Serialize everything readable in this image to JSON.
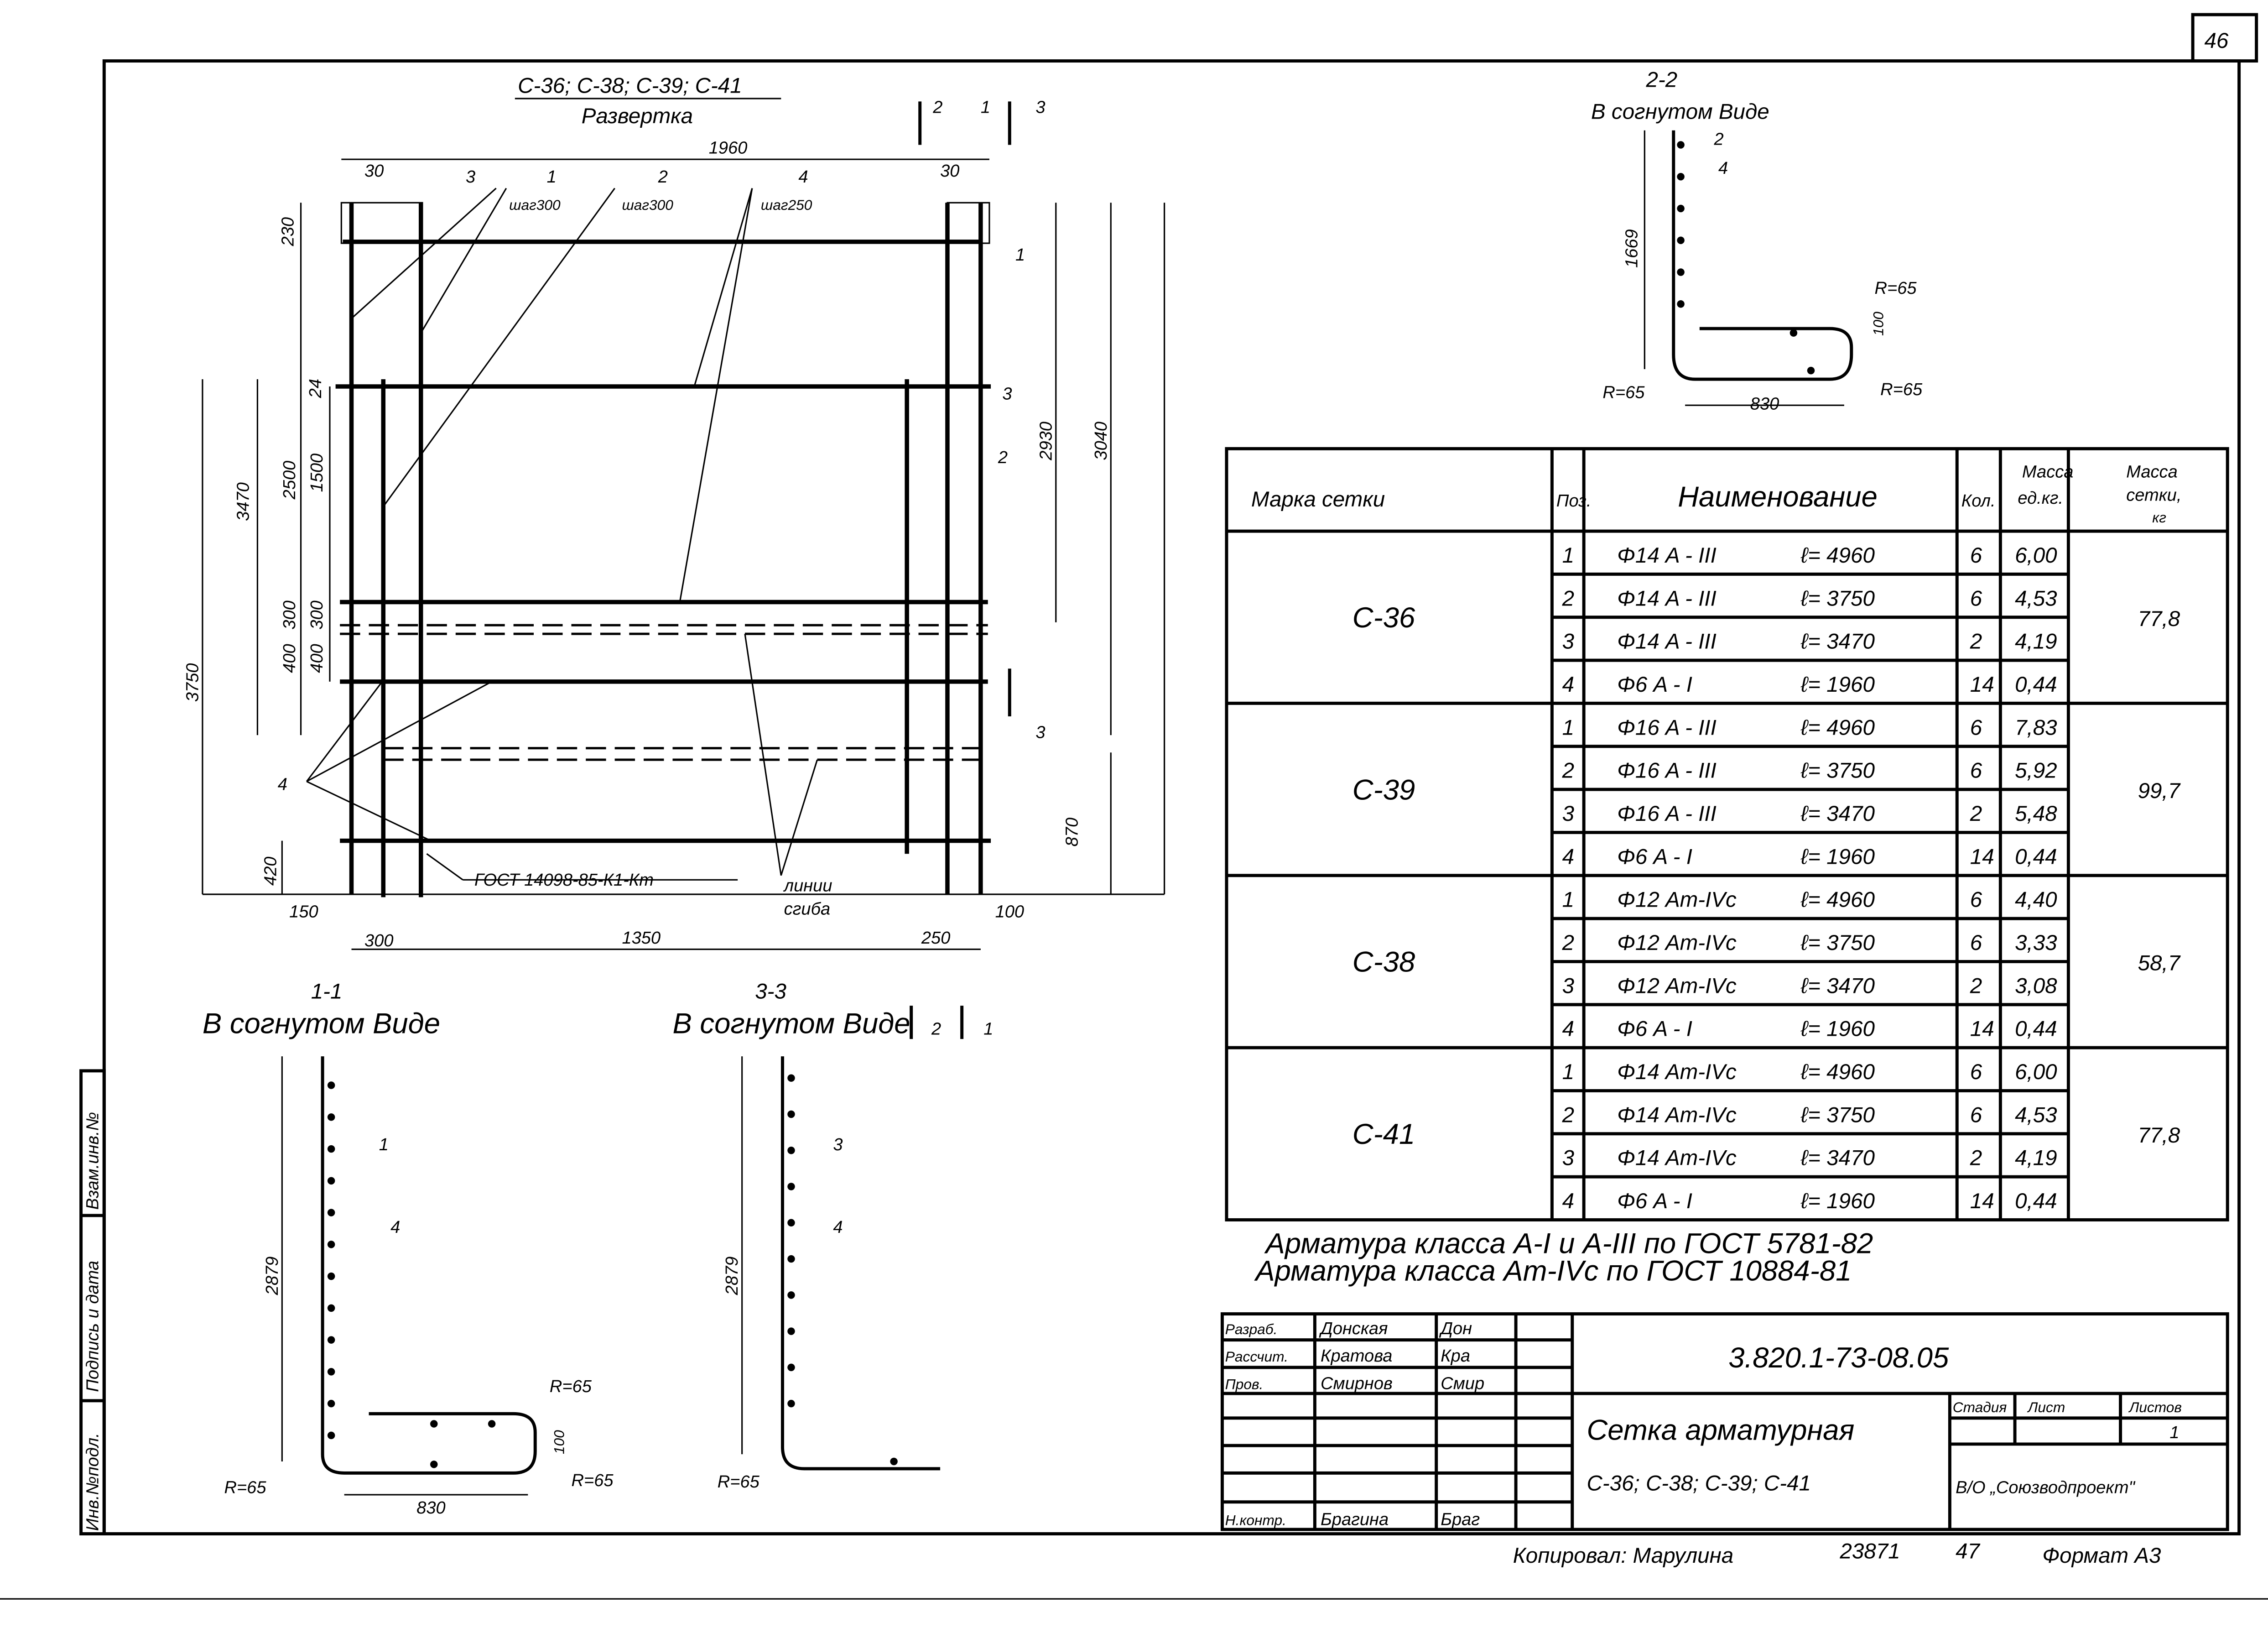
{
  "sheet_number": "46",
  "side_stamp": [
    "Инв.№подл.",
    "Подпись и дата",
    "Взам.инв.№"
  ],
  "development": {
    "title": "С-36; С-38; С-39; С-41",
    "subtitle": "Развертка",
    "dims": {
      "width": "1960",
      "left_30": "30",
      "right_30": "30",
      "d230": "230",
      "d24": "24",
      "d2500": "2500",
      "d1500": "1500",
      "d3470": "3470",
      "d300a": "300",
      "d300b": "300",
      "d400a": "400",
      "d400b": "400",
      "d3750": "3750",
      "d420": "420",
      "d150": "150",
      "d300c": "300",
      "d1350": "1350",
      "d250": "250",
      "d100": "100",
      "d2930": "2930",
      "d3040": "3040",
      "d870": "870"
    },
    "callouts": {
      "p3": "3",
      "p1": "1",
      "p2": "2",
      "p4": "4",
      "r1": "1",
      "r3": "3",
      "r2": "2",
      "l4": "4"
    },
    "steps": [
      "шаг300",
      "шаг300",
      "шаг250"
    ],
    "section_marks": {
      "s2": "2",
      "s1": "1",
      "s3": "3",
      "s3b": "3"
    },
    "gost_note": "ГОСТ 14098-85-К1-Кт",
    "bend_lines": [
      "линии",
      "сгиба"
    ]
  },
  "section_22": {
    "title": "2-2",
    "subtitle": "В согнутом Виде",
    "c2": "2",
    "c4": "4",
    "h": "1669",
    "r1": "R=65",
    "d100": "100",
    "r2": "R=65",
    "r3": "R=65",
    "w": "830"
  },
  "section_11": {
    "title": "1-1",
    "subtitle": "В согнутом Виде",
    "c1": "1",
    "c4": "4",
    "h": "2879",
    "r1": "R=65",
    "r2": "R=65",
    "r3": "R=65",
    "d100": "100",
    "w": "830"
  },
  "section_33": {
    "title": "3-3",
    "subtitle": "В согнутом Виде",
    "c3": "3",
    "c4": "4",
    "h": "2879",
    "r": "R=65",
    "m2": "2",
    "m1": "1"
  },
  "spec_table": {
    "headers": {
      "mark": "Марка сетки",
      "pos": "Поз.",
      "name": "Наименование",
      "qty": "Кол.",
      "unit_mass": [
        "Масса",
        "ед.кг."
      ],
      "total_mass": [
        "Масса",
        "сетки,",
        "кг"
      ]
    },
    "groups": [
      {
        "mark": "С-36",
        "total": "77,8",
        "rows": [
          {
            "pos": "1",
            "name": "Φ14 A - III",
            "len": "ℓ= 4960",
            "qty": "6",
            "mass": "6,00"
          },
          {
            "pos": "2",
            "name": "Φ14 A - III",
            "len": "ℓ= 3750",
            "qty": "6",
            "mass": "4,53"
          },
          {
            "pos": "3",
            "name": "Φ14 A - III",
            "len": "ℓ= 3470",
            "qty": "2",
            "mass": "4,19"
          },
          {
            "pos": "4",
            "name": "Φ6 A - I",
            "len": "ℓ= 1960",
            "qty": "14",
            "mass": "0,44"
          }
        ]
      },
      {
        "mark": "С-39",
        "total": "99,7",
        "rows": [
          {
            "pos": "1",
            "name": "Φ16 A - III",
            "len": "ℓ= 4960",
            "qty": "6",
            "mass": "7,83"
          },
          {
            "pos": "2",
            "name": "Φ16 A - III",
            "len": "ℓ= 3750",
            "qty": "6",
            "mass": "5,92"
          },
          {
            "pos": "3",
            "name": "Φ16 A - III",
            "len": "ℓ= 3470",
            "qty": "2",
            "mass": "5,48"
          },
          {
            "pos": "4",
            "name": "Φ6 A - I",
            "len": "ℓ= 1960",
            "qty": "14",
            "mass": "0,44"
          }
        ]
      },
      {
        "mark": "С-38",
        "total": "58,7",
        "rows": [
          {
            "pos": "1",
            "name": "Φ12 Aт-IVс",
            "len": "ℓ= 4960",
            "qty": "6",
            "mass": "4,40"
          },
          {
            "pos": "2",
            "name": "Φ12 Aт-IVс",
            "len": "ℓ= 3750",
            "qty": "6",
            "mass": "3,33"
          },
          {
            "pos": "3",
            "name": "Φ12 Aт-IVс",
            "len": "ℓ= 3470",
            "qty": "2",
            "mass": "3,08"
          },
          {
            "pos": "4",
            "name": "Φ6 A - I",
            "len": "ℓ= 1960",
            "qty": "14",
            "mass": "0,44"
          }
        ]
      },
      {
        "mark": "С-41",
        "total": "77,8",
        "rows": [
          {
            "pos": "1",
            "name": "Φ14 Aт-IVс",
            "len": "ℓ= 4960",
            "qty": "6",
            "mass": "6,00"
          },
          {
            "pos": "2",
            "name": "Φ14 Aт-IVс",
            "len": "ℓ= 3750",
            "qty": "6",
            "mass": "4,53"
          },
          {
            "pos": "3",
            "name": "Φ14 Aт-IVс",
            "len": "ℓ= 3470",
            "qty": "2",
            "mass": "4,19"
          },
          {
            "pos": "4",
            "name": "Φ6 A - I",
            "len": "ℓ= 1960",
            "qty": "14",
            "mass": "0,44"
          }
        ]
      }
    ]
  },
  "notes": [
    "Арматура класса А-I и А-III по ГОСТ 5781-82",
    "Арматура класса Ат-IVс по ГОСТ 10884-81"
  ],
  "title_block": {
    "roles": [
      {
        "role": "Разраб.",
        "name": "Донская",
        "sign": "Дон"
      },
      {
        "role": "Рассчит.",
        "name": "Кратова",
        "sign": "Кра"
      },
      {
        "role": "Пров.",
        "name": "Смирнов",
        "sign": "Смир"
      },
      {
        "role": "Н.контр.",
        "name": "Брагина",
        "sign": "Браг"
      }
    ],
    "code": "3.820.1-73-08.05",
    "name_line1": "Сетка арматурная",
    "name_line2": "С-36; С-38; С-39; С-41",
    "stage_label": "Стадия",
    "sheet_label": "Лист",
    "sheets_label": "Листов",
    "sheets_value": "1",
    "org": "В/О „Союзводпроект\""
  },
  "footer": {
    "copied": "Копировал: Марулина",
    "num": "23871",
    "n47": "47",
    "format": "Формат А3"
  }
}
